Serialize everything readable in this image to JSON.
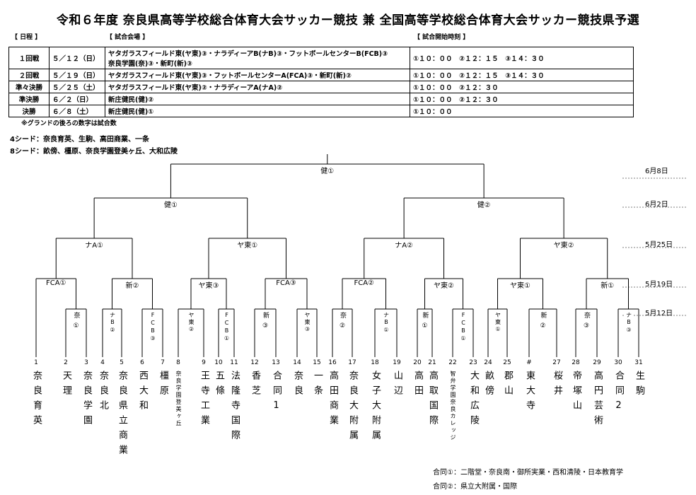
{
  "title": "令和６年度 奈良県高等学校総合体育大会サッカー競技 兼 全国高等学校総合体育大会サッカー競技県予選",
  "headers": {
    "date": "【 日程 】",
    "venue": "【 試合会場 】",
    "time": "【 試合開始時刻 】"
  },
  "schedule": [
    {
      "round": "１回戦",
      "date": "５／１２（日）",
      "venue": "ヤタガラスフィールド東(ヤ東)③・ナラディーアB(ナB)③・フットボールセンターB(FCB)③",
      "venue2": "奈良学園(奈)③・新町(新)③",
      "time": "①１０：００　②１２：１５　③１４：３０"
    },
    {
      "round": "２回戦",
      "date": "５／１９（日）",
      "venue": "ヤタガラスフィールド東(ヤ東)③・フットボールセンターA(FCA)③・新町(新)②",
      "time": "①１０：００　②１２：１５　③１４：３０"
    },
    {
      "round": "準々決勝",
      "date": "５／２５（土）",
      "venue": "ヤタガラスフィールド東(ヤ東)②・ナラディーアA(ナA)②",
      "time": "①１０：００　②１２：３０"
    },
    {
      "round": "準決勝",
      "date": "６／２（日）",
      "venue": "新庄健民(健)②",
      "time": "①１０：００　②１２：３０"
    },
    {
      "round": "決勝",
      "date": "６／８（土）",
      "venue": "新庄健民(健)①",
      "time": "①１０：００"
    }
  ],
  "note": "※グランドの後ろの数字は試合数",
  "seed4": "4シード：奈良育英、生駒、高田商業、一条",
  "seed8": "8シード：畝傍、橿原、奈良学園登美ヶ丘、大和広陵",
  "round_dates": [
    "6月8日",
    "6月2日",
    "5月25日",
    "5月19日",
    "5月12日"
  ],
  "final_label": "健①",
  "semi_labels": [
    "健①",
    "健②"
  ],
  "qf_labels": [
    "ナA①",
    "ヤ東①",
    "ナA②",
    "ヤ東②"
  ],
  "r2_labels": [
    "FCA①",
    "新②",
    "ヤ東③",
    "FCA③",
    "FCA②",
    "ヤ東②",
    "ヤ東①",
    "新①"
  ],
  "r1_labels": [
    "奈①",
    "ナB②",
    "FCB③",
    "ヤ東②",
    "FCB①",
    "新③",
    "ヤ東③",
    "奈②",
    "ナB①",
    "新①",
    "FCB①",
    "ヤ東①",
    "新②",
    "奈③",
    "ナB③"
  ],
  "teams": [
    {
      "num": "1",
      "name": "奈良育英"
    },
    {
      "num": "2",
      "name": "天理"
    },
    {
      "num": "3",
      "name": "奈良学園"
    },
    {
      "num": "4",
      "name": "奈良北"
    },
    {
      "num": "5",
      "name": "奈良県立商業"
    },
    {
      "num": "6",
      "name": "西大和"
    },
    {
      "num": "7",
      "name": "橿原"
    },
    {
      "num": "8",
      "name": "奈良学園登美ヶ丘"
    },
    {
      "num": "9",
      "name": "王寺工業"
    },
    {
      "num": "10",
      "name": "五條"
    },
    {
      "num": "11",
      "name": "法隆寺国際"
    },
    {
      "num": "12",
      "name": "香芝"
    },
    {
      "num": "13",
      "name": "合同1"
    },
    {
      "num": "14",
      "name": "奈良"
    },
    {
      "num": "15",
      "name": "一条"
    },
    {
      "num": "16",
      "name": "高田商業"
    },
    {
      "num": "17",
      "name": "奈良大附属"
    },
    {
      "num": "18",
      "name": "女子大附属"
    },
    {
      "num": "19",
      "name": "山辺"
    },
    {
      "num": "20",
      "name": "高田"
    },
    {
      "num": "21",
      "name": "高取国際"
    },
    {
      "num": "22",
      "name": "智弁学園奈良カレッジ"
    },
    {
      "num": "23",
      "name": "大和広陵"
    },
    {
      "num": "24",
      "name": "畝傍"
    },
    {
      "num": "25",
      "name": "郡山"
    },
    {
      "num": "#",
      "name": "東大寺"
    },
    {
      "num": "27",
      "name": "桜井"
    },
    {
      "num": "28",
      "name": "帝塚山"
    },
    {
      "num": "29",
      "name": "高円芸術"
    },
    {
      "num": "30",
      "name": "合同2"
    },
    {
      "num": "31",
      "name": "生駒"
    }
  ],
  "legend1": "合同①：二階堂・奈良南・御所実業・西和清陵・日本教育学",
  "legend2": "合同②：県立大附属・国際"
}
